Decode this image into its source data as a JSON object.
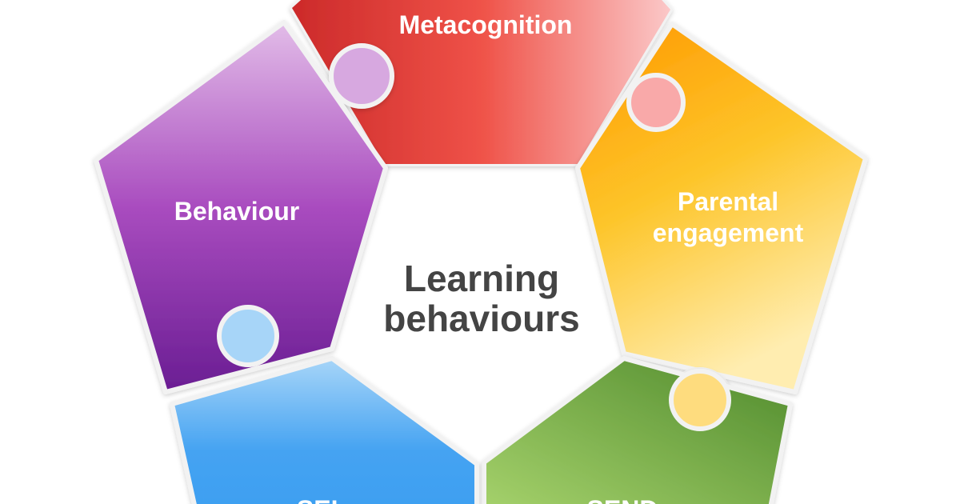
{
  "center": {
    "line1": "Learning",
    "line2": "behaviours"
  },
  "pieces": [
    {
      "label": "Metacognition",
      "color_start": "#cc2a2a",
      "color_end": "#f9c4c4"
    },
    {
      "label_line1": "Parental",
      "label_line2": "engagement",
      "color_start": "#ff9800",
      "color_end": "#ffe9a8"
    },
    {
      "label": "SEND",
      "color_start": "#a4d06a",
      "color_end": "#5a9232"
    },
    {
      "label": "SEL",
      "color_start": "#9bcef7",
      "color_end": "#3d9ff1"
    },
    {
      "label": "Behaviour",
      "color_start": "#ddb3e6",
      "color_end": "#6e1f96"
    }
  ]
}
